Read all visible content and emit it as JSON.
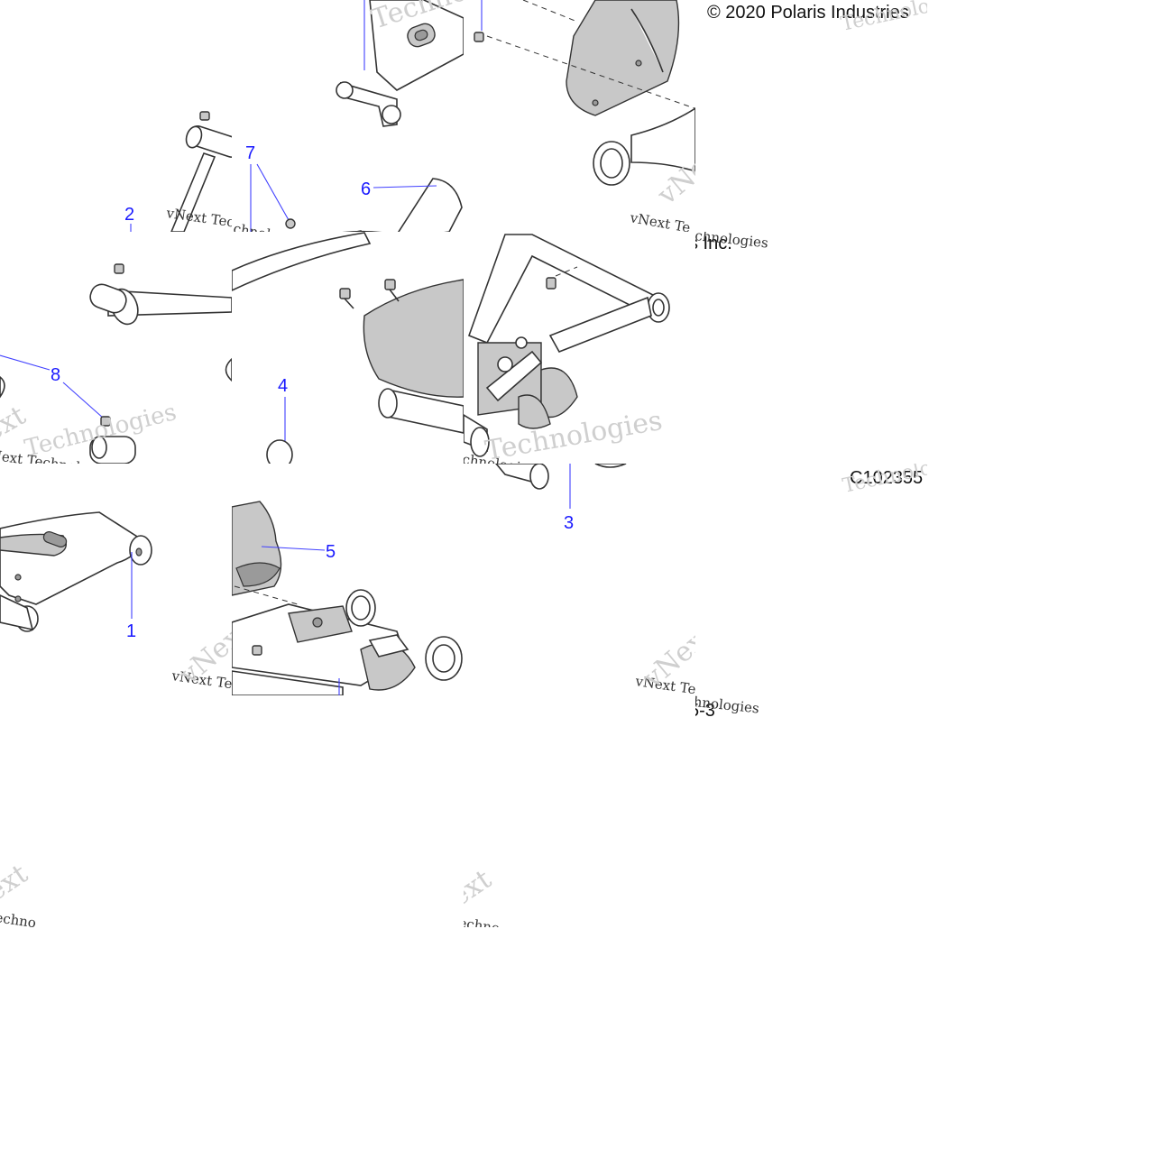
{
  "copyright": "© 2020 Polaris Industries",
  "copyright_tail": "s Inc.",
  "figure_code": "C102355",
  "figure_code_tail": "5-3",
  "watermark": {
    "line1": "vNext Technologies",
    "large_a": "Techno",
    "large_b": "Technologies",
    "large_c": "vNext",
    "small_a": "vNext Tec",
    "small_b": "vNext Te",
    "small_c": "chnologies",
    "small_d": "echno",
    "small_e": "ext"
  },
  "callouts": [
    "1",
    "2",
    "3",
    "4",
    "5",
    "6",
    "7",
    "8"
  ]
}
